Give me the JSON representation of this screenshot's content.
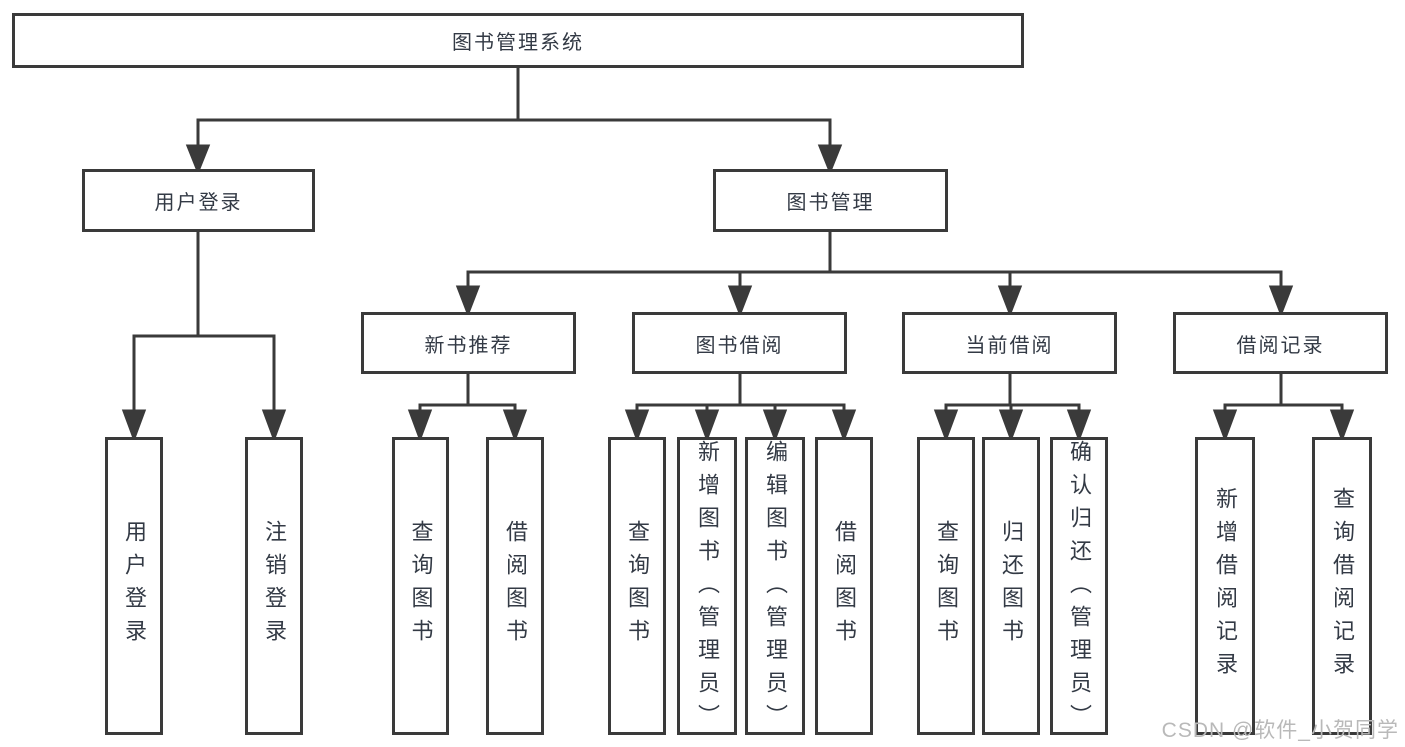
{
  "diagram": {
    "type": "hierarchy-tree",
    "nodes": {
      "root": "图书管理系统",
      "l2_user_login": "用户登录",
      "l2_book_mgmt": "图书管理",
      "l3_new_books": "新书推荐",
      "l3_borrow": "图书借阅",
      "l3_current": "当前借阅",
      "l3_records": "借阅记录",
      "leaf_login": "用户登录",
      "leaf_logout": "注销登录",
      "leaf_nb_query": "查询图书",
      "leaf_nb_borrow": "借阅图书",
      "leaf_bw_query": "查询图书",
      "leaf_bw_add": "新增图书（管理员）",
      "leaf_bw_edit": "编辑图书（管理员）",
      "leaf_bw_borrow": "借阅图书",
      "leaf_cu_query": "查询图书",
      "leaf_cu_return": "归还图书",
      "leaf_cu_confirm": "确认归还（管理员）",
      "leaf_re_add": "新增借阅记录",
      "leaf_re_query": "查询借阅记录"
    },
    "colors": {
      "line": "#3a3a3a",
      "text": "#333a45",
      "watermark": "#b9b9b9"
    }
  },
  "watermark": "CSDN @软件_小贺同学"
}
